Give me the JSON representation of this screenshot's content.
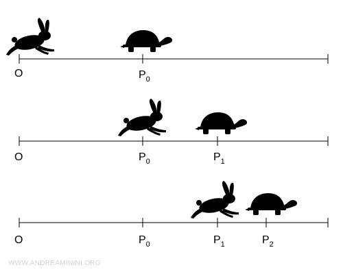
{
  "rows": [
    {
      "labels": [
        {
          "main": "O",
          "sub": ""
        },
        {
          "main": "P",
          "sub": "0"
        }
      ]
    },
    {
      "labels": [
        {
          "main": "O",
          "sub": ""
        },
        {
          "main": "P",
          "sub": "0"
        },
        {
          "main": "P",
          "sub": "1"
        }
      ]
    },
    {
      "labels": [
        {
          "main": "O",
          "sub": ""
        },
        {
          "main": "P",
          "sub": "0"
        },
        {
          "main": "P",
          "sub": "1"
        },
        {
          "main": "P",
          "sub": "2"
        }
      ]
    }
  ],
  "watermark": "WWW.ANDREAMININI.ORG",
  "icons": {
    "hare": "hare-icon",
    "tortoise": "tortoise-icon"
  }
}
